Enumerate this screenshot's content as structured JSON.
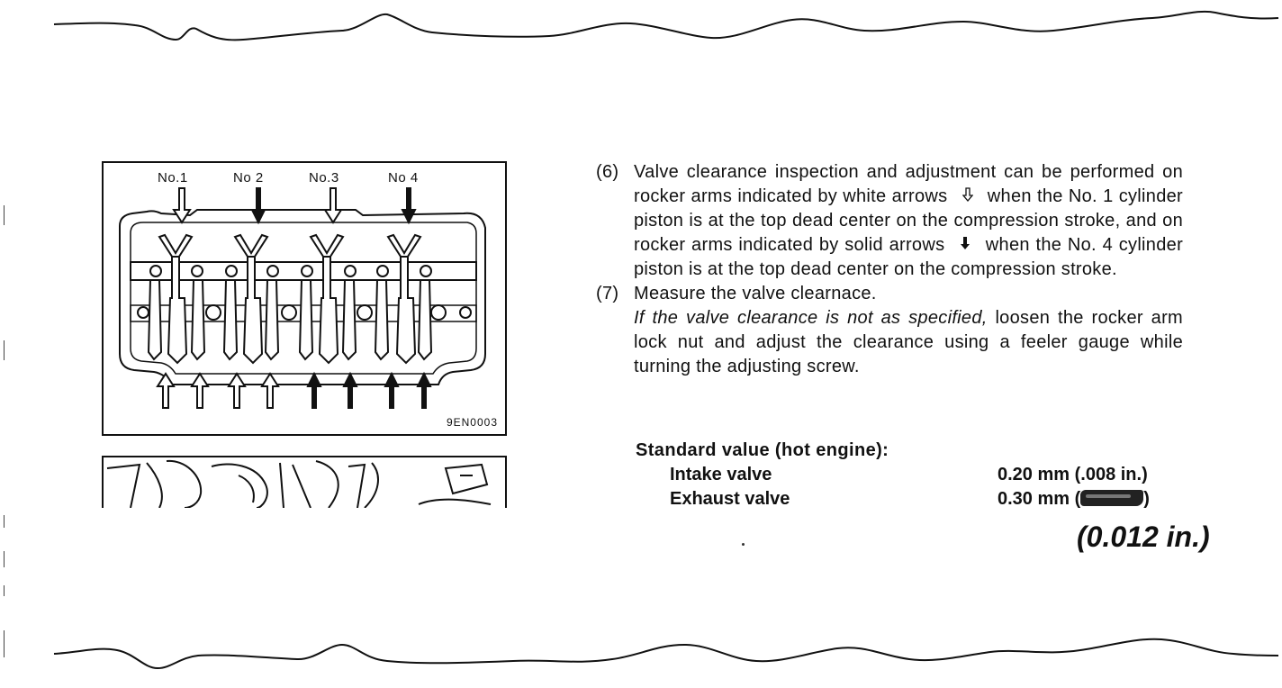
{
  "figure": {
    "cylinder_labels": [
      "No.1",
      "No 2",
      "No.3",
      "No 4"
    ],
    "code": "9EN0003"
  },
  "steps": [
    {
      "number": "(6)",
      "text_before_hollow": "Valve clearance inspection and adjustment can be performed on rocker arms indicated by white arrows",
      "text_mid": "when the No. 1 cylinder piston is at the top dead center on the compression stroke, and on rocker arms indicated by solid arrows",
      "text_after": "when the No. 4 cylinder piston is at the top dead center on the compression stroke."
    },
    {
      "number": "(7)",
      "line1": "Measure the valve clearnace.",
      "line2_italic": "If the valve clearance is not as specified,",
      "line2_rest": "loosen the rocker arm lock nut and adjust the clearance using a feeler gauge while turning the adjusting screw."
    }
  ],
  "spec": {
    "title": "Standard value (hot engine):",
    "rows": [
      {
        "label": "Intake valve",
        "value": "0.20 mm (.008 in.)"
      },
      {
        "label": "Exhaust valve",
        "value_prefix": "0.30 mm (",
        "value_suffix": ")"
      }
    ],
    "handwritten_correction": "(0.012 in.)"
  },
  "icons": {
    "hollow_arrow": "hollow-down-arrow-icon",
    "solid_arrow": "solid-down-arrow-icon"
  }
}
